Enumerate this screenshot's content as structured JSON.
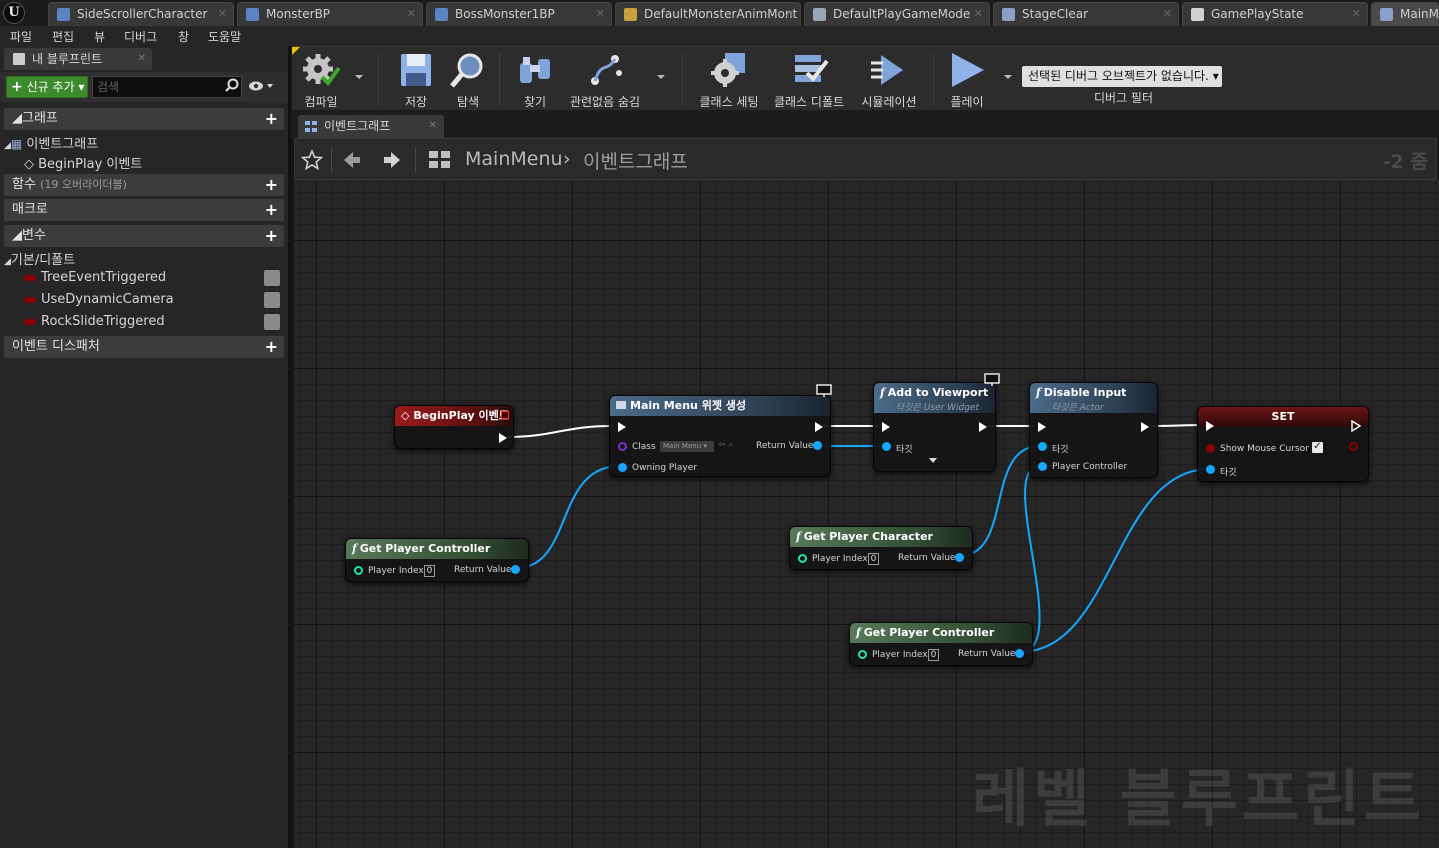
{
  "doc_tabs": [
    {
      "label": "SideScrollerCharacter"
    },
    {
      "label": "MonsterBP"
    },
    {
      "label": "BossMonster1BP"
    },
    {
      "label": "DefaultMonsterAnimMont"
    },
    {
      "label": "DefaultPlayGameMode"
    },
    {
      "label": "StageClear"
    },
    {
      "label": "GamePlayState"
    },
    {
      "label": "MainMe"
    }
  ],
  "menu": {
    "file": "파일",
    "edit": "편집",
    "view": "뷰",
    "debug": "디버그",
    "window": "창",
    "help": "도움말"
  },
  "my_blueprint": {
    "tab_label": "내 블루프린트",
    "add_new_label": "신규 추가",
    "search_placeholder": "검색",
    "graphs_label": "그래프",
    "event_graph_label": "이벤트그래프",
    "beginplay_label": "BeginPlay 이벤트",
    "functions_label": "함수",
    "functions_sub": "(19 오버라이더블)",
    "macros_label": "매크로",
    "variables_label": "변수",
    "default_category": "기본/디폴트",
    "variables": [
      {
        "name": "TreeEventTriggered"
      },
      {
        "name": "UseDynamicCamera"
      },
      {
        "name": "RockSlideTriggered"
      }
    ],
    "dispatchers_label": "이벤트 디스패처"
  },
  "toolbar": {
    "compile": "컴파일",
    "save": "저장",
    "browse": "탐색",
    "find": "찾기",
    "hide_unrelated": "관련없음 숨김",
    "class_settings": "클래스 세팅",
    "class_defaults": "클래스 디폴트",
    "simulation": "시뮬레이션",
    "play": "플레이",
    "debug_object": "선택된 디버그 오브젝트가 없습니다.",
    "debug_filter": "디버그 필터"
  },
  "graph_tab_label": "이벤트그래프",
  "breadcrumb": {
    "root": "MainMenu",
    "leaf": "이벤트그래프",
    "zoom": "-2 줌"
  },
  "watermark": "레벨 블루프린트",
  "colors": {
    "exec": "#ffffff",
    "object_pin": "#16a8ff",
    "int_pin": "#23e6a2",
    "bool_pin": "#8b0000",
    "class_pin": "#7a2fd0",
    "compile_warning": "#e8c500",
    "add_new": "#3d8a2d"
  },
  "nodes": {
    "begin_play": {
      "title": "BeginPlay 이벤트"
    },
    "create_widget": {
      "title": "Main Menu 위젯 생성",
      "class_label": "Class",
      "class_value": "Main Menu",
      "owning_player": "Owning Player",
      "return_value": "Return Value"
    },
    "add_to_viewport": {
      "title": "Add to Viewport",
      "subtitle": "타깃은 User Widget",
      "target": "타깃"
    },
    "disable_input": {
      "title": "Disable Input",
      "subtitle": "타깃은 Actor",
      "target": "타깃",
      "player_controller": "Player Controller"
    },
    "set_node": {
      "title": "SET",
      "show_mouse_cursor": "Show Mouse Cursor",
      "target": "타깃"
    },
    "get_player_controller_1": {
      "title": "Get Player Controller",
      "player_index": "Player Index",
      "index_value": "0",
      "return_value": "Return Value"
    },
    "get_player_character": {
      "title": "Get Player Character",
      "player_index": "Player Index",
      "index_value": "0",
      "return_value": "Return Value"
    },
    "get_player_controller_2": {
      "title": "Get Player Controller",
      "player_index": "Player Index",
      "index_value": "0",
      "return_value": "Return Value"
    }
  }
}
